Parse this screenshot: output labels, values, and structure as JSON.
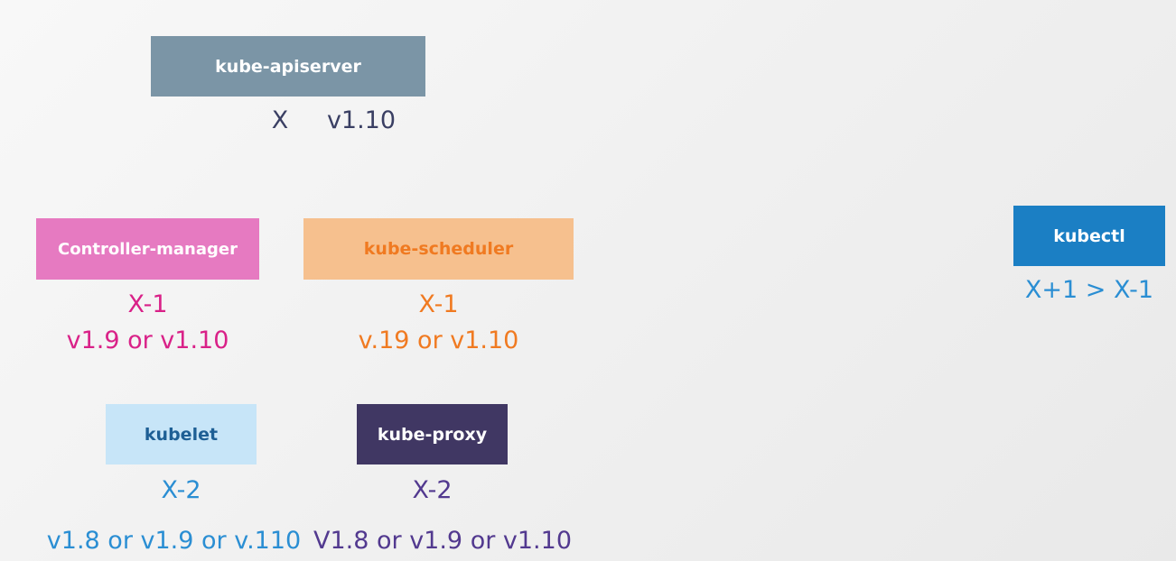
{
  "components": {
    "apiserver": {
      "label": "kube-apiserver",
      "version_symbol": "X",
      "version": "v1.10"
    },
    "controller_manager": {
      "label": "Controller-manager",
      "version_symbol": "X-1",
      "versions": "v1.9 or v1.10"
    },
    "scheduler": {
      "label": "kube-scheduler",
      "version_symbol": "X-1",
      "versions": "v.19 or v1.10"
    },
    "kubelet": {
      "label": "kubelet",
      "version_symbol": "X-2",
      "versions": "v1.8 or v1.9 or v.110"
    },
    "kube_proxy": {
      "label": "kube-proxy",
      "version_symbol": "X-2",
      "versions": "V1.8 or v1.9 or v1.10"
    },
    "kubectl": {
      "label": "kubectl",
      "version_rule": "X+1 > X-1"
    }
  },
  "colors": {
    "apiserver_box": "#7b95a6",
    "controller_manager_box": "#e67ac1",
    "controller_manager_text": "#d92188",
    "scheduler_box": "#f6c08e",
    "scheduler_text": "#f07a21",
    "kubelet_box": "#c7e5f8",
    "kubelet_text": "#2a8ed3",
    "kube_proxy_box": "#403763",
    "kube_proxy_text": "#52398f",
    "kubectl_box": "#1b7fc4",
    "kubectl_text": "#2a8ed3"
  }
}
